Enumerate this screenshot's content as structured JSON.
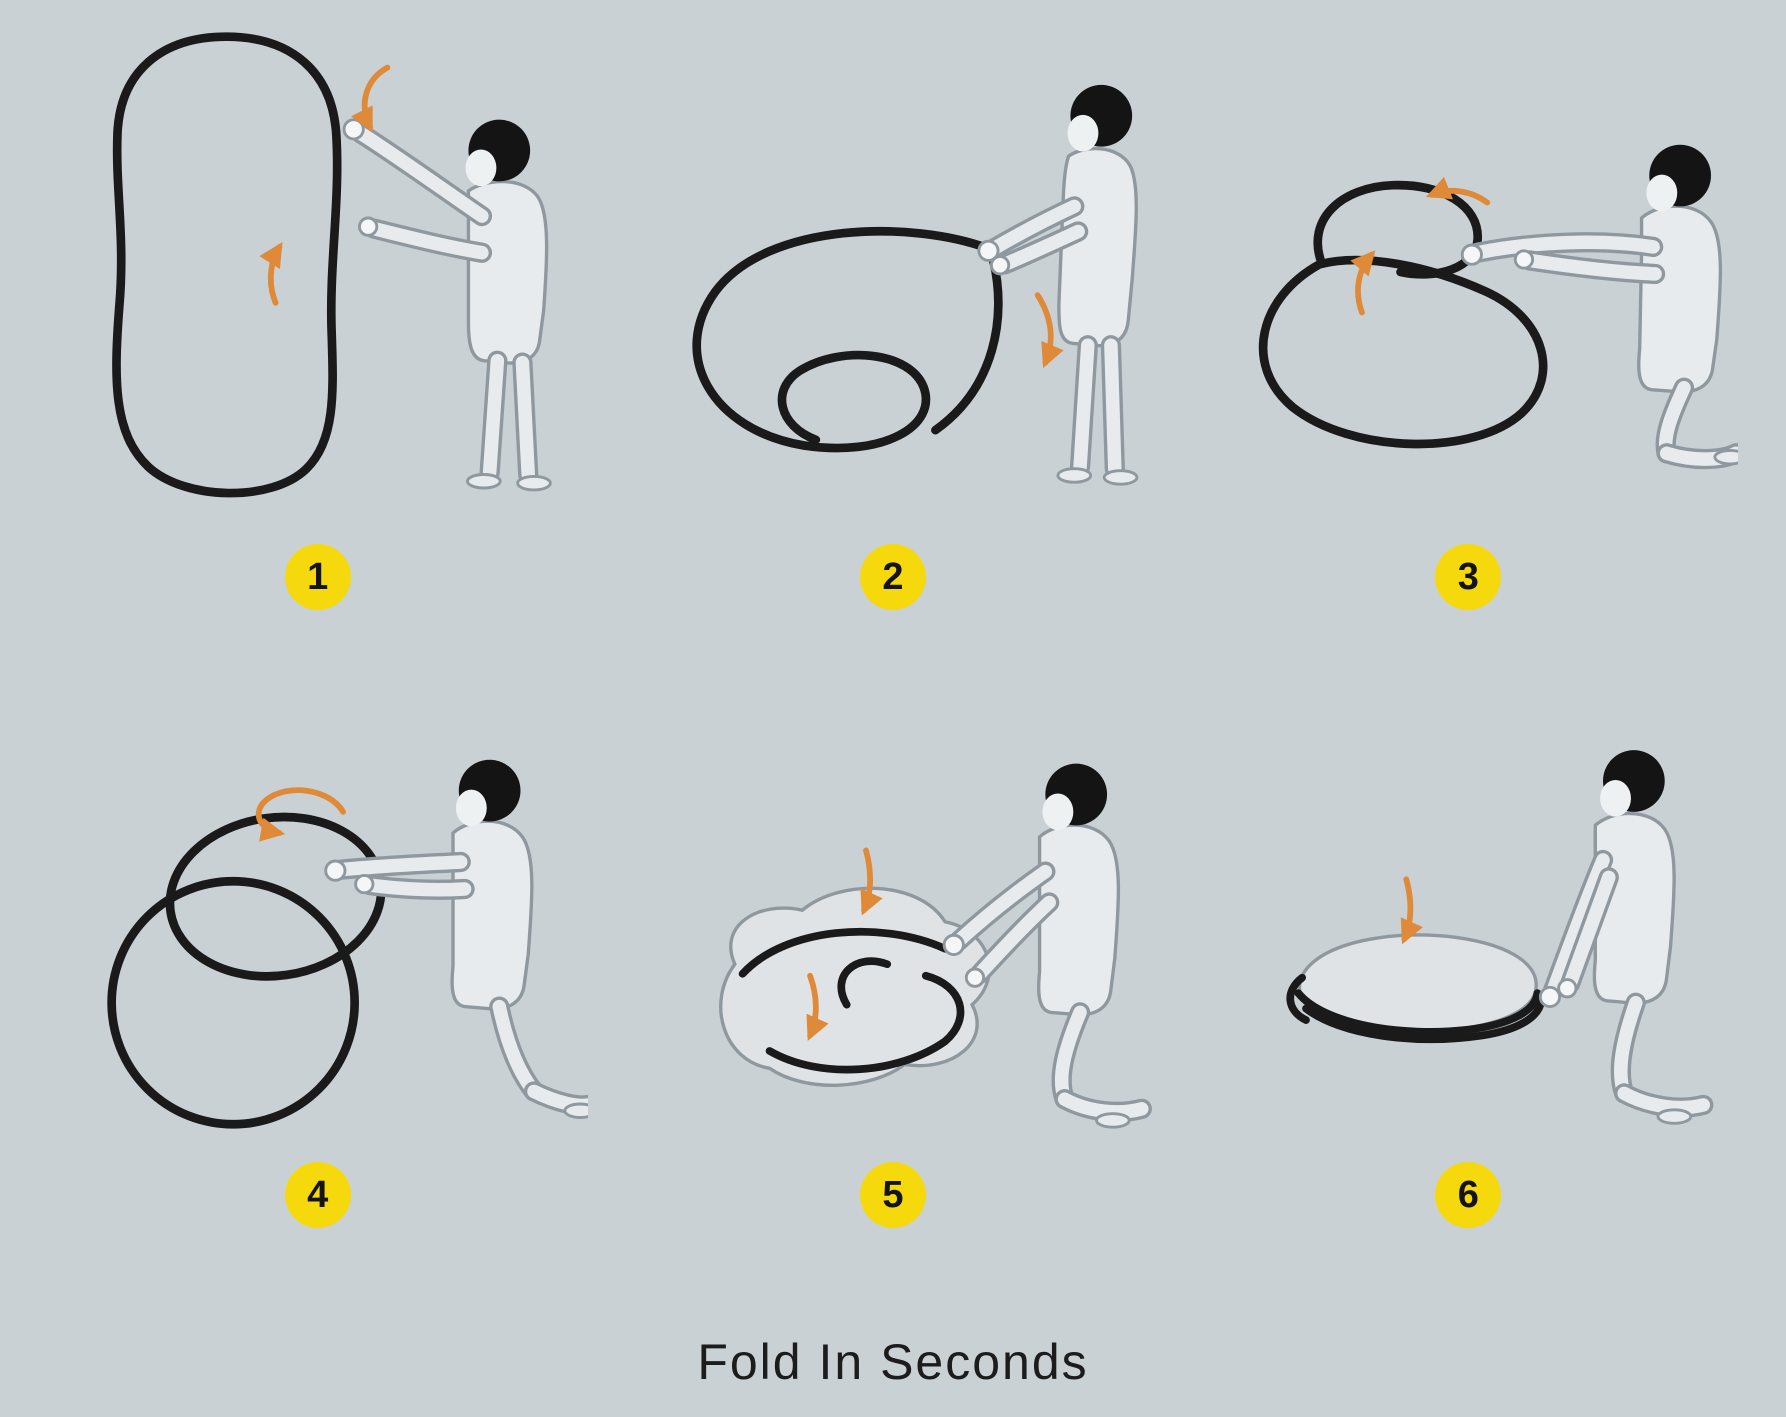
{
  "title": "Fold In Seconds",
  "steps": [
    {
      "number": "1"
    },
    {
      "number": "2"
    },
    {
      "number": "3"
    },
    {
      "number": "4"
    },
    {
      "number": "5"
    },
    {
      "number": "6"
    }
  ],
  "colors": {
    "bg": "#c9d1d5",
    "badge": "#f5d90d",
    "arrow": "#df8a38",
    "line": "#1a1a1a",
    "cloth": "#e8ebed",
    "outline": "#8f989f",
    "skin": "#eef1f2",
    "ink": "#1c1c1c"
  },
  "icons": {
    "badge_shape": "yellow-circle-number-badge",
    "motion": "orange-curved-arrow"
  }
}
